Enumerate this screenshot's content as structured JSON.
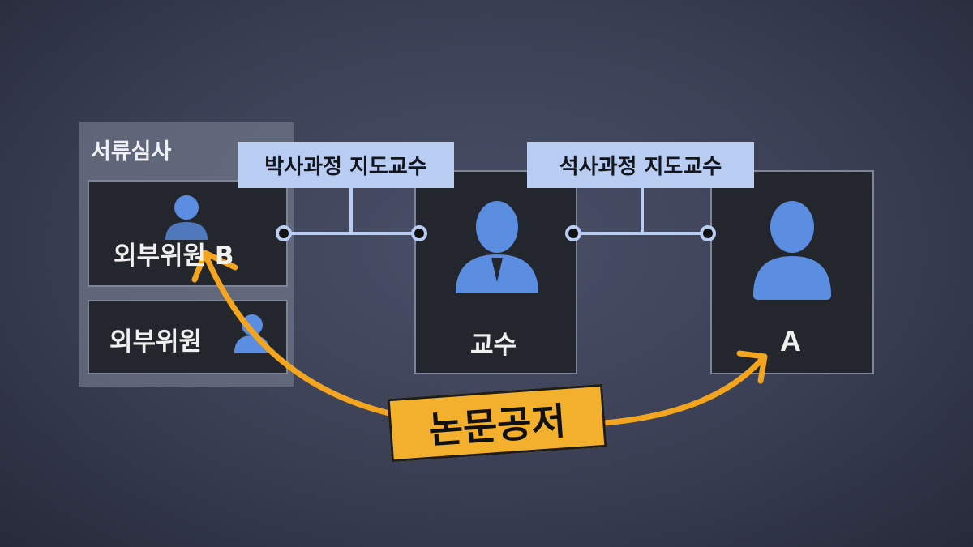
{
  "panel": {
    "title": "서류심사"
  },
  "committee": [
    {
      "label": "외부위원 B"
    },
    {
      "label": "외부위원"
    }
  ],
  "tags": {
    "phd": "박사과정 지도교수",
    "masters": "석사과정 지도교수"
  },
  "people": {
    "professor": "교수",
    "student": "A"
  },
  "relation": "논문공저",
  "colors": {
    "accent": "#f3b02c",
    "tag": "#b9cdf2",
    "icon": "#5b8de0"
  }
}
